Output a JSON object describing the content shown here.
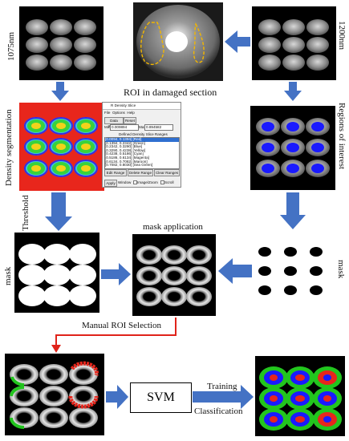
{
  "labels": {
    "wl_1075": "1075nm",
    "wl_1200": "1200nm",
    "roi_damaged": "ROI in damaged section",
    "density_segmentation": "Density segmentation",
    "regions_of_interest": "Regions of interest",
    "threshold": "Threshold",
    "mask_left": "mask",
    "mask_right": "mask",
    "mask_application": "mask application",
    "manual_roi": "Manual ROI Selection",
    "svm": "SVM",
    "training": "Training",
    "classification": "Classification"
  },
  "dialog": {
    "title": "R Density Slice",
    "menu": [
      "File",
      "Options",
      "Help"
    ],
    "data_range_label": "Data Range",
    "reset_label": "Reset",
    "min_label": "Min",
    "min_value": "0.009894",
    "max_label": "Max",
    "max_value": "0.894582",
    "defined_label": "Defined Density Slice Ranges",
    "ranges": [
      "[0.0094, 0.1394] [Red]",
      "[0.1394, 0.2342] [Green]",
      "[0.2342, 0.3290] [Blue]",
      "[0.3290, 0.4238] [Yellow]",
      "[0.4238, 0.5186] [Cyan]",
      "[0.5186, 0.6134] [Magenta]",
      "[0.6134, 0.7082] [Maroon]",
      "[0.7082, 0.8030] [Sea Green]"
    ],
    "buttons": [
      "Edit Range",
      "Delete Range",
      "Clear Ranges"
    ],
    "apply_label": "Apply",
    "window_label": "Window",
    "image_zoom_label": "Image/Zoom",
    "scroll_label": "Scroll"
  },
  "colors": {
    "arrow_blue": "#4472c4",
    "arrow_red": "#e0231a",
    "segment_background": "#e8261c",
    "roi_blue": "#1a1aff",
    "class_green": "#22c51e",
    "class_red": "#e8261c",
    "outline_yellow": "#f2b600"
  }
}
